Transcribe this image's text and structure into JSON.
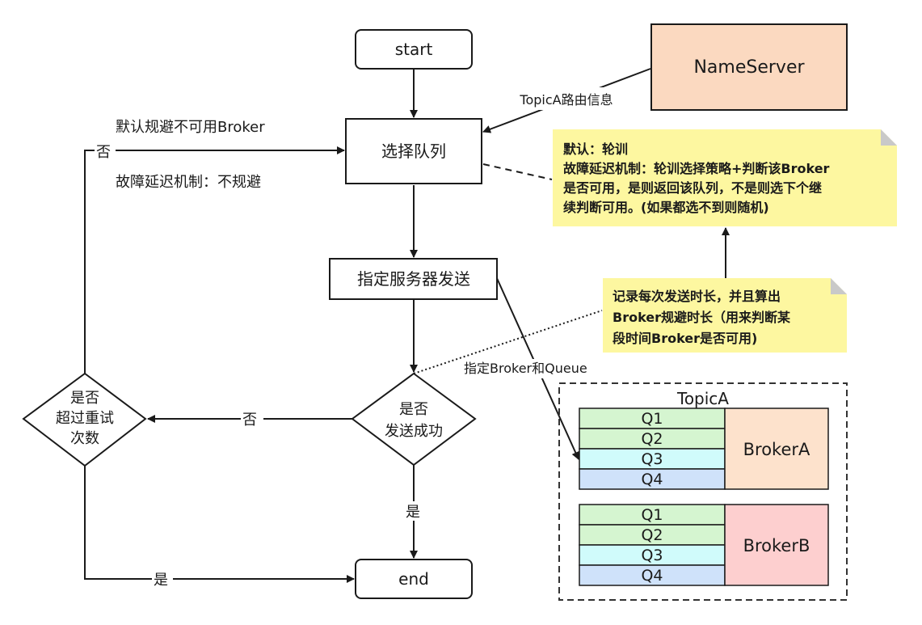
{
  "nodes": {
    "start": "start",
    "end": "end",
    "nameserver": "NameServer",
    "select_queue": "选择队列",
    "send": "指定服务器发送",
    "success_line1": "是否",
    "success_line2": "发送成功",
    "retry_line1": "是否",
    "retry_line2": "超过重试",
    "retry_line3": "次数"
  },
  "labels": {
    "topic_route": "TopicA路由信息",
    "default_avoid": "默认规避不可用Broker",
    "fault_delay": "故障延迟机制：不规避",
    "no_loop": "否",
    "no_success": "否",
    "yes_success": "是",
    "yes_retry": "是",
    "assign_broker_queue": "指定Broker和Queue"
  },
  "notes": {
    "note1": [
      "默认：轮训",
      "故障延迟机制：轮训选择策略+判断该Broker",
      "是否可用，是则返回该队列，不是则选下个继",
      "续判断可用。(如果都选不到则随机)"
    ],
    "note2": [
      "记录每次发送时长，并且算出",
      "Broker规避时长（用来判断某",
      "段时间Broker是否可用)"
    ]
  },
  "topic": {
    "name": "TopicA",
    "brokers": [
      {
        "name": "BrokerA",
        "queues": [
          "Q1",
          "Q2",
          "Q3",
          "Q4"
        ]
      },
      {
        "name": "BrokerB",
        "queues": [
          "Q1",
          "Q2",
          "Q3",
          "Q4"
        ]
      }
    ]
  },
  "colors": {
    "nameserver_fill": "#fbd9c0",
    "note_fill": "#fdf7a0",
    "q1_fill": "#d5f5d0",
    "q2_fill": "#d5f5d0",
    "q3_fill": "#d0fbfb",
    "q4_fill": "#cfe2fa",
    "brokerA_fill": "#fde2cc",
    "brokerB_fill": "#fdcfcf"
  }
}
